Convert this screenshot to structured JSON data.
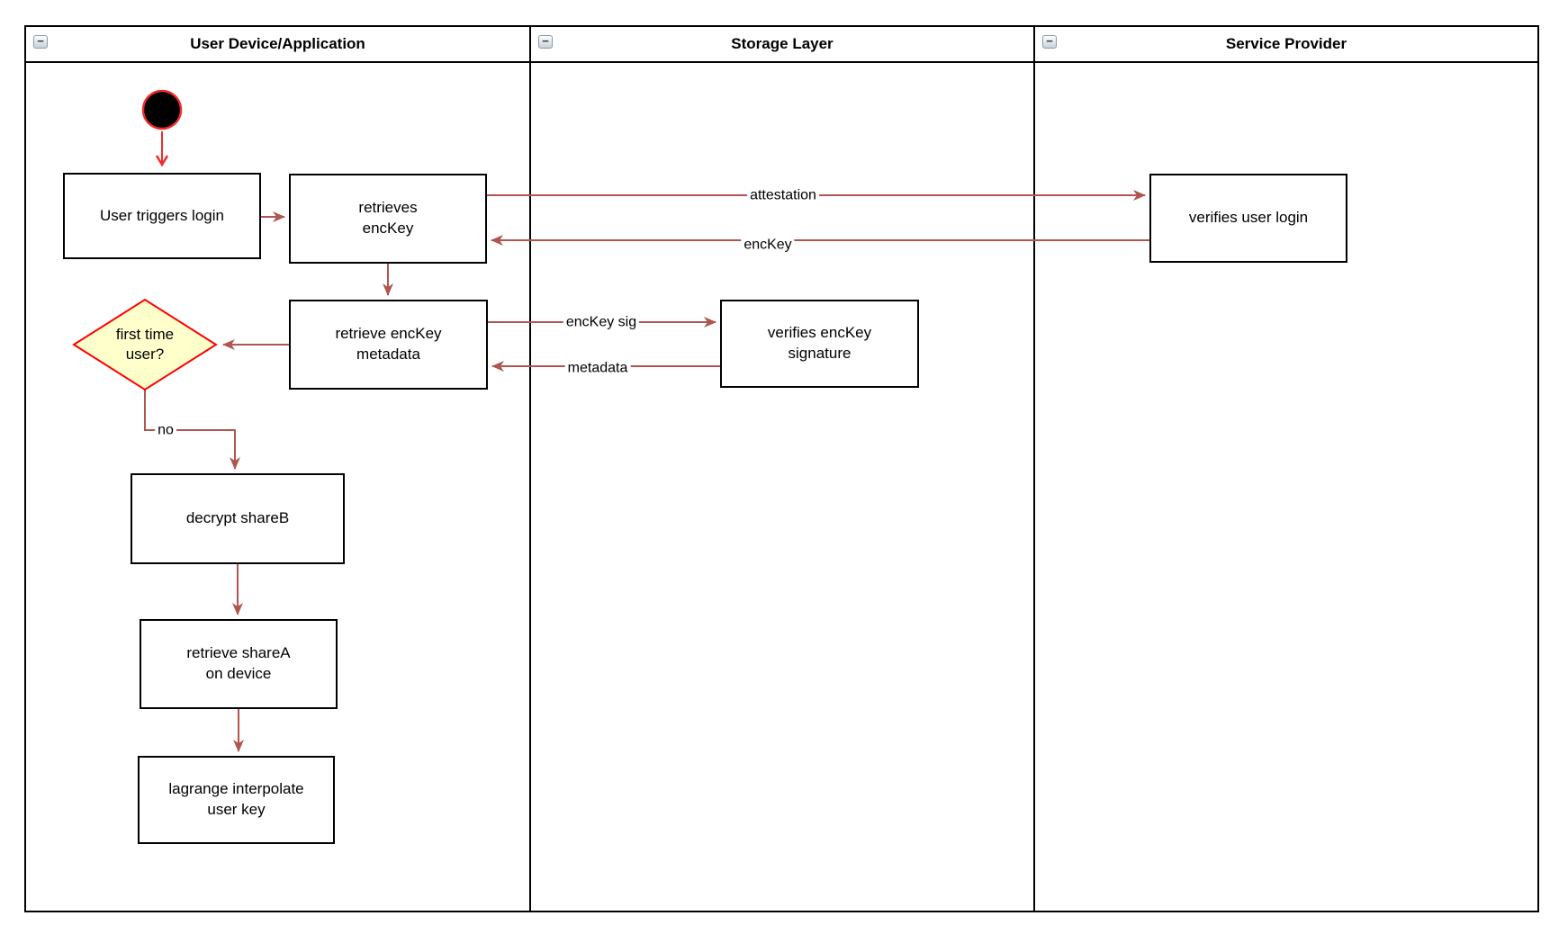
{
  "lanes": [
    {
      "title": "User Device/Application",
      "collapse_glyph": "−"
    },
    {
      "title": "Storage Layer",
      "collapse_glyph": "−"
    },
    {
      "title": "Service Provider",
      "collapse_glyph": "−"
    }
  ],
  "nodes": {
    "user_triggers_login": {
      "label": "User triggers login"
    },
    "retrieves_enckey": {
      "label": "retrieves\nencKey"
    },
    "retrieve_enckey_metadata": {
      "label": "retrieve encKey\nmetadata"
    },
    "first_time_user": {
      "label": "first time\nuser?"
    },
    "decrypt_shareb": {
      "label": "decrypt shareB"
    },
    "retrieve_sharea": {
      "label": "retrieve shareA\non device"
    },
    "lagrange_interpolate": {
      "label": "lagrange interpolate\nuser key"
    },
    "verifies_enckey_signature": {
      "label": "verifies encKey\nsignature"
    },
    "verifies_user_login": {
      "label": "verifies user login"
    }
  },
  "edge_labels": {
    "attestation": "attestation",
    "enckey": "encKey",
    "enckey_sig": "encKey sig",
    "metadata": "metadata",
    "no": "no"
  },
  "colors": {
    "connector_red": "#b05550",
    "start_red": "#f02b2b",
    "diamond_border": "#ff0000",
    "diamond_fill": "#ffffcc",
    "lane_border": "#000000"
  }
}
